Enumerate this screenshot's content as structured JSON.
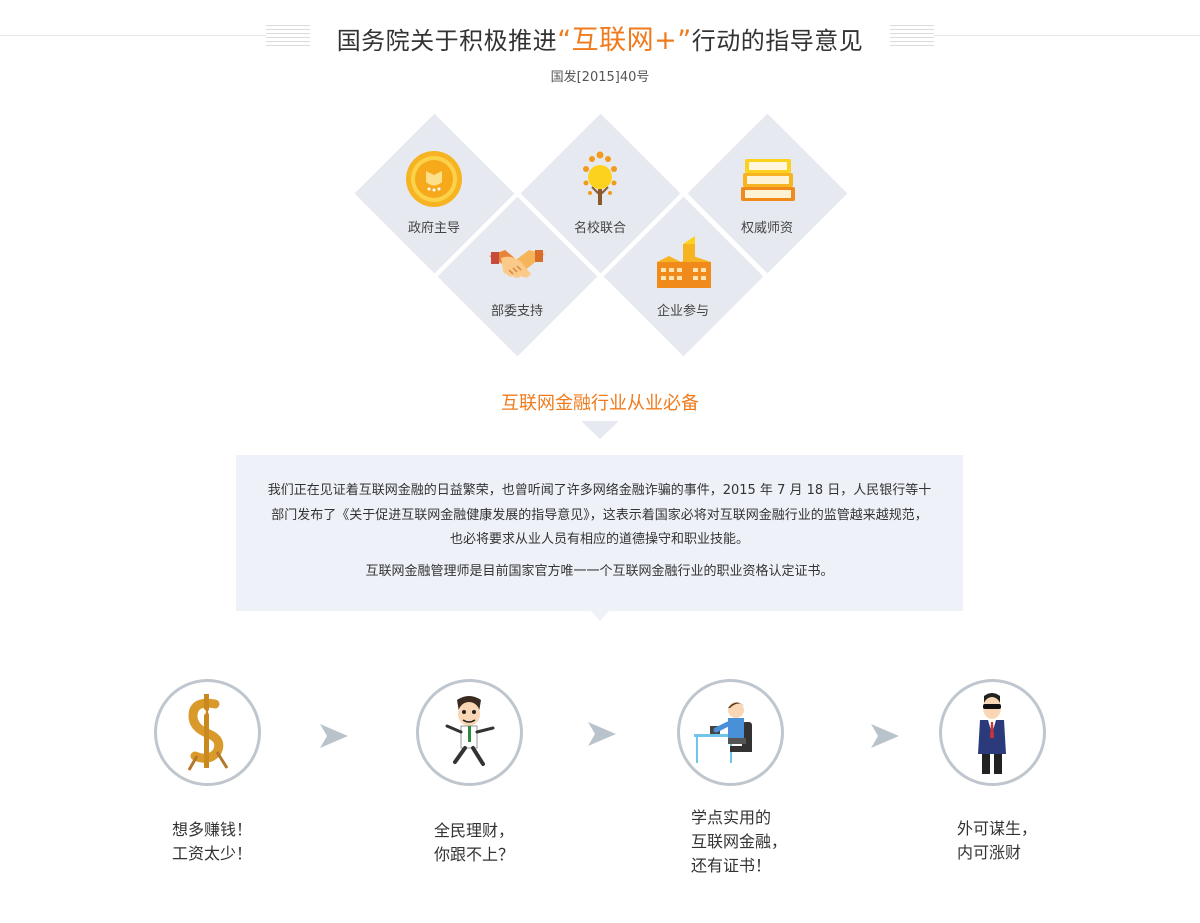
{
  "header": {
    "title_before": "国务院关于积极推进",
    "title_highlight": "“互联网+”",
    "title_after": "行动的指导意见",
    "doc_number": "国发[2015]40号"
  },
  "features": [
    {
      "label": "政府主导",
      "icon": "gold-medal-icon"
    },
    {
      "label": "名校联合",
      "icon": "tree-icon"
    },
    {
      "label": "权威师资",
      "icon": "books-icon"
    },
    {
      "label": "部委支持",
      "icon": "handshake-icon"
    },
    {
      "label": "企业参与",
      "icon": "building-icon"
    }
  ],
  "section": {
    "subtitle": "互联网金融行业从业必备",
    "paragraph1": "我们正在见证着互联网金融的日益繁荣，也曾听闻了许多网络金融诈骗的事件，2015 年 7 月 18 日，人民银行等十部门发布了《关于促进互联网金融健康发展的指导意见》，这表示着国家必将对互联网金融行业的监管越来越规范，也必将要求从业人员有相应的道德操守和职业技能。",
    "paragraph2": "互联网金融管理师是目前国家官方唯一一个互联网金融行业的职业资格认定证书。"
  },
  "steps": [
    {
      "lines": [
        "想多赚钱！",
        "工资太少！"
      ],
      "icon": "dollar-sign-character-icon"
    },
    {
      "lines": [
        "全民理财，",
        "你跟不上？"
      ],
      "icon": "running-man-icon"
    },
    {
      "lines": [
        "学点实用的",
        "互联网金融，",
        "还有证书！"
      ],
      "icon": "man-at-desk-icon"
    },
    {
      "lines": [
        "外可谋生，",
        "内可涨财"
      ],
      "icon": "businessman-sunglasses-icon"
    }
  ],
  "colors": {
    "accent": "#f07b1d",
    "diamond_bg": "#e6eaf0",
    "box_bg": "#eef2f8",
    "circle_border": "#bfc6cd",
    "arrow": "#b9c3cc"
  }
}
